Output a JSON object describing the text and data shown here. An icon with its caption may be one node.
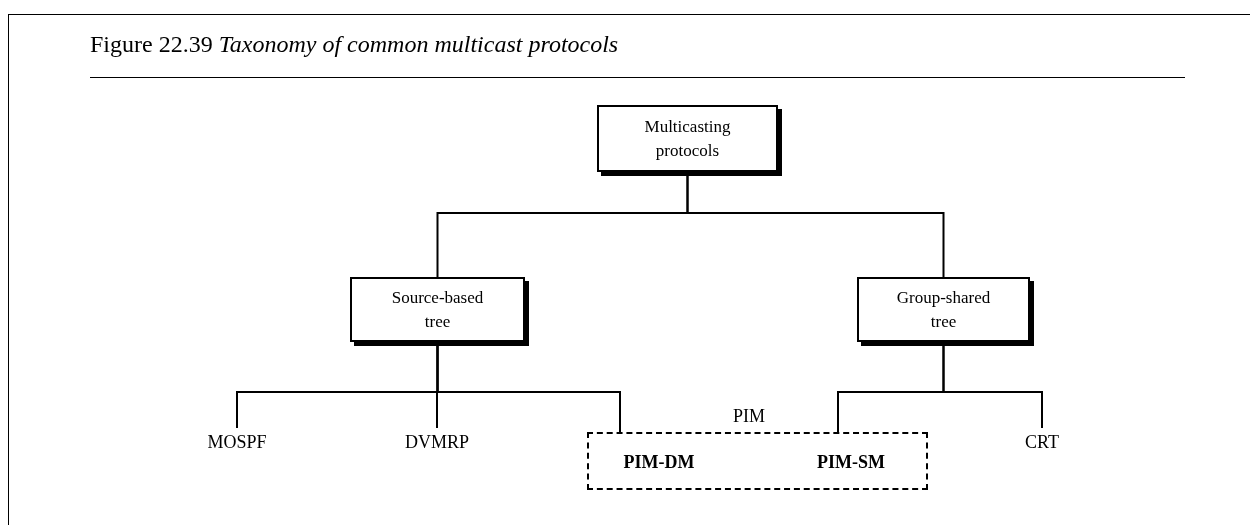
{
  "diagram": {
    "title": "Figure 22.39 *Taxonomy of common multicast protocols*",
    "nodes": [
      {
        "text": [
          "Multicasting protocols"
        ]
      },
      {
        "text": [
          "Source-based tree"
        ]
      },
      {
        "text": [
          "Group-shared tree"
        ]
      },
      {
        "text": [
          "MOSPF"
        ]
      },
      {
        "text": [
          "DVMRP"
        ]
      },
      {
        "text": [
          "PIM"
        ]
      },
      {
        "text": [
          "PIM-DM"
        ],
        "in": 5
      },
      {
        "text": [
          "PIM-SM"
        ],
        "in": 5
      },
      {
        "text": [
          "CRT"
        ]
      }
    ],
    "edges": [
      {
        "from": 0,
        "to": 1,
        "arrow": "none"
      },
      {
        "from": 0,
        "to": 2,
        "arrow": "none"
      },
      {
        "from": 1,
        "to": 3,
        "arrow": "none"
      },
      {
        "from": 1,
        "to": 4,
        "arrow": "none"
      },
      {
        "from": 1,
        "to": 5,
        "arrow": "none"
      },
      {
        "from": 2,
        "to": 5,
        "arrow": "none"
      },
      {
        "from": 2,
        "to": 8,
        "arrow": "none"
      }
    ]
  }
}
